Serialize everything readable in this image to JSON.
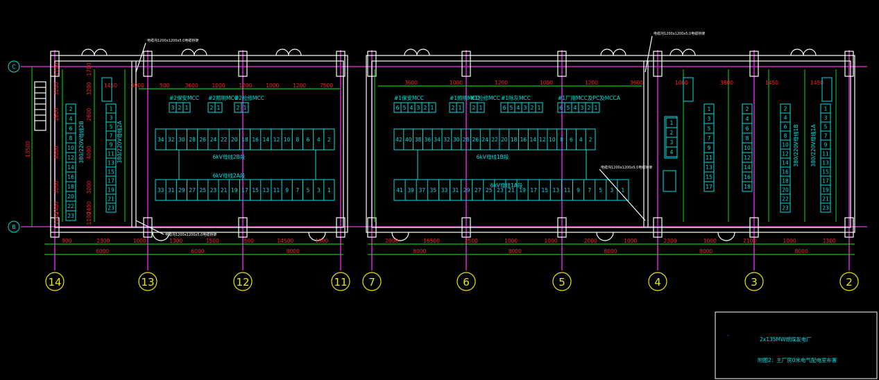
{
  "drawing": {
    "axis_columns": [
      "14",
      "13",
      "12",
      "11",
      "7",
      "6",
      "5",
      "4",
      "3",
      "2"
    ],
    "axis_rows": [
      "C",
      "B"
    ],
    "dims_bottom_left": [
      "900",
      "2300",
      "1000",
      "1300",
      "1500",
      "500",
      "14500",
      "1000"
    ],
    "dims_bottom_left_total": [
      "6000",
      "6000",
      "8000"
    ],
    "dims_bottom_right": [
      "2000",
      "16500",
      "2500",
      "1000",
      "1000",
      "2000",
      "1000",
      "2300",
      "1000",
      "2100",
      "1000",
      "1300"
    ],
    "dims_bottom_right_total": [
      "8000",
      "8000",
      "8000",
      "8000",
      "8000"
    ],
    "dims_top_left": [
      "1450",
      "3900",
      "500",
      "3600",
      "1000",
      "1200",
      "1000",
      "1200",
      "7500"
    ],
    "dims_top_right": [
      "3600",
      "1000",
      "1200",
      "1000",
      "1200",
      "3600",
      "1000",
      "3600",
      "1450",
      "1450"
    ],
    "dim_vertical": "13500",
    "left_vert_dims": [
      "3200",
      "2600",
      "4000",
      "3000",
      "2400",
      "1100",
      "1700"
    ],
    "label_380_a": "380/220V母线2B",
    "label_380_b": "380/220V母线2A",
    "label_380_c": "380/220V母线1B",
    "label_380_d": "380/220V母线1A",
    "label_6kv_2b": "6kV母线2B段",
    "label_6kv_2a": "6kV母线2A段",
    "label_6kv_1b": "6kV母线1B段",
    "label_6kv_1a": "6kV母线1A段",
    "mcc_labels": [
      "#2保安MCC",
      "#2照明MCC",
      "#2检修MCC",
      "#1保安MCC",
      "#1照明MCC",
      "#1检修MCC",
      "#1除灰MCC",
      "#1厂用MCC及PC及MCCA"
    ],
    "mcc_numbers": [
      "6",
      "5",
      "4",
      "3",
      "2",
      "1"
    ],
    "bus_upper_left": [
      "34",
      "32",
      "30",
      "28",
      "26",
      "24",
      "22",
      "20",
      "18",
      "16",
      "14",
      "12",
      "10",
      "8",
      "6",
      "4",
      "2"
    ],
    "bus_lower_left": [
      "33",
      "31",
      "29",
      "27",
      "25",
      "23",
      "21",
      "19",
      "17",
      "15",
      "13",
      "11",
      "9",
      "7",
      "5",
      "3",
      "1"
    ],
    "bus_upper_right": [
      "42",
      "40",
      "38",
      "36",
      "34",
      "32",
      "30",
      "28",
      "26",
      "24",
      "22",
      "20",
      "18",
      "16",
      "14",
      "12",
      "10",
      "8",
      "6",
      "4",
      "2"
    ],
    "bus_lower_right": [
      "41",
      "39",
      "37",
      "35",
      "33",
      "31",
      "29",
      "27",
      "25",
      "23",
      "21",
      "19",
      "17",
      "15",
      "13",
      "11",
      "9",
      "7",
      "5",
      "3",
      "1"
    ],
    "col_nums_even": [
      "2",
      "4",
      "6",
      "8",
      "10",
      "12",
      "14",
      "16",
      "18",
      "20",
      "22"
    ],
    "col_nums_odd": [
      "1",
      "3",
      "5",
      "7",
      "9",
      "11",
      "13",
      "15",
      "17",
      "19",
      "21",
      "23"
    ],
    "note_top_left": "电缆沟1200x1200x5.0电缆桥架",
    "note_top_right": "电缆沟1200x1200x5.0电缆桥架",
    "note_bottom_left": "电缆沟1200x1200x5.0电缆桥架",
    "note_mid_right": "电缆沟1200x1200x5.0电缆桥架"
  },
  "titleblock": {
    "project": "2x135MW燃煤发电厂",
    "sheet": "附图2：主厂房0米电气配电室布置",
    "marker": "-"
  }
}
